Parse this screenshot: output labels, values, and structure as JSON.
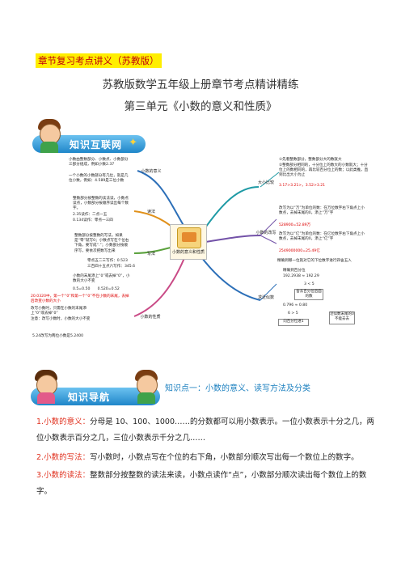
{
  "header": {
    "tag": "章节复习考点讲义（苏教版）",
    "title": "苏教版数学五年级上册章节考点精讲精练",
    "subtitle": "第三单元《小数的意义和性质》"
  },
  "banner1": {
    "label": "知识互联网"
  },
  "banner2": {
    "label": "知识导航",
    "point_title": "知识点一：小数的意义、读写方法及分类"
  },
  "mindmap": {
    "center": "小数的意义和性质",
    "branches": {
      "meaning": "小数的意义",
      "reading": "读法",
      "writing": "写法",
      "properties": "小数的性质",
      "compare": "大小比较",
      "rewrite": "小数的改写",
      "approx": "求近似数"
    },
    "notes": {
      "meaning_1": "小数由整数部分、小数点、小数部分三部分组成，例如小数2.37",
      "meaning_2": "一个小数的小数部分有几位，就是几位小数，例如：4.589是三位小数",
      "reading_1": "整数部分按整数的读法读，小数点读点，小数部分按顺序读出每个数字。",
      "reading_2": "2.35读作：二点一五",
      "reading_3": "0.134读作：零点一三四",
      "writing_1": "整数部分按整数的写法，如果是“零”就写0；小数点写在个位右下角，要写成“.”；小数部分按顺序写，要依次把数写出来",
      "writing_2": "零点五二三写作：0.523",
      "writing_3": "三百四十五点六写作：345.6",
      "prop_1": "小数的末尾添上“0”或去掉“0”，小数的大小不变",
      "prop_2": "0.5=0.50　　0.520=0.52",
      "prop_3": "20.0320中，第一个“0”和第一个“0”不在小数的末尾，去掉后改变小数的大小",
      "prop_4": "改写小数时，只需在小数的末尾添上“0”或去掉“0”",
      "prop_5": "注意：改写小数时，小数的大小不变",
      "prop_6": "5.24改写为两位小数是5.2400",
      "compare_1": "①先看整数部分，整数部分大的数就大",
      "compare_2": "②整数部分相同的，十分位上的数大的小数就大；十分位上的数相同的，再比较百分位上的数；以此类推，直到比出大小为止",
      "compare_3": "3.17>3.21>，3.52>3.21",
      "rewrite_1": "改写为以“万”为单位的数：在万位数字右下角点上小数点，去掉末尾的0，添上“万”字",
      "rewrite_2": "528900=52.89万",
      "rewrite_3": "改写为以“亿”为单位的数：在亿位数字右下角点上小数点，去掉末尾的0，添上“亿”字",
      "rewrite_4": "2549000000=25.49亿",
      "approx_1": "精确到哪一位就对它的下位数字进行四舍五入",
      "approx_2": "精确到百分位",
      "approx_3": "192.2938 ≈ 192.29",
      "approx_4": "3 < 5",
      "approx_5": "舍去百分位后面的数",
      "approx_6": "0.796 ≈ 0.80",
      "approx_7": "6 > 5",
      "approx_8": "向百分位进1",
      "approx_9": "近似数末尾的0不能去去"
    }
  },
  "section": {
    "p1_key": "1.小数的意义：",
    "p1_text": "分母是 10、100、1000……的分数都可以用小数表示。一位小数表示十分之几，两位小数表示百分之几，三位小数表示千分之几……",
    "p2_key": "2.小数的写法：",
    "p2_text": "写小数时，小数点写在个位的右下角，小数部分顺次写出每一个数位上的数字。",
    "p3_key": "3.小数的读法：",
    "p3_text": "整数部分按整数的读法来读，小数点读作“点”，小数部分顺次读出每个数位上的数字。"
  },
  "colors": {
    "branch_blue": "#2c6fb8",
    "branch_orange": "#e09019",
    "branch_green": "#5aa13c",
    "branch_teal": "#1e9aa5",
    "branch_pink": "#c94a86",
    "branch_purple": "#7352a8",
    "accent_red": "#e0301e",
    "tag_yellow": "#ffee00"
  }
}
